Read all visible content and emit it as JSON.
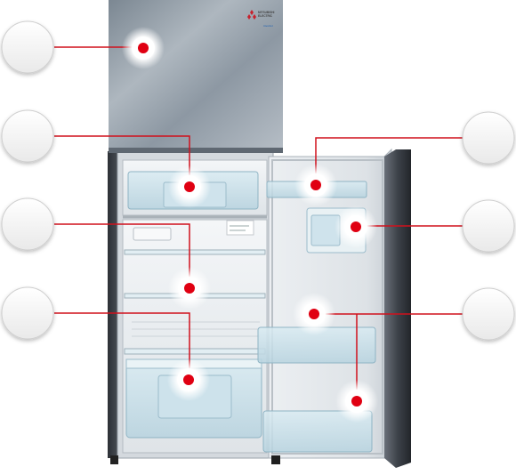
{
  "brand": {
    "name_line1": "MITSUBISHI",
    "name_line2": "ELECTRIC",
    "sub": "inverter"
  },
  "colors": {
    "accent": "#e00012",
    "line": "#d0101c",
    "freezer_door": "#8e99a4",
    "door_edge": "#454a52",
    "interior": "#e6eaee",
    "shelf_glass": "#cfe3ec"
  },
  "hotspots": [
    {
      "id": "freezer-door",
      "icon": "hotspot-dot-icon"
    },
    {
      "id": "freezer-tray",
      "icon": "hotspot-dot-icon"
    },
    {
      "id": "fridge-shelf",
      "icon": "hotspot-dot-icon"
    },
    {
      "id": "vegetable-crisper",
      "icon": "hotspot-dot-icon"
    },
    {
      "id": "door-egg-pocket",
      "icon": "hotspot-dot-icon"
    },
    {
      "id": "water-dispenser",
      "icon": "hotspot-dot-icon"
    },
    {
      "id": "door-middle",
      "icon": "hotspot-dot-icon"
    },
    {
      "id": "door-bottom-pocket",
      "icon": "hotspot-dot-icon"
    }
  ],
  "callouts": [
    {
      "id": "callout-1",
      "side": "left",
      "icon": "callout-circle-icon"
    },
    {
      "id": "callout-2",
      "side": "left",
      "icon": "callout-circle-icon"
    },
    {
      "id": "callout-3",
      "side": "left",
      "icon": "callout-circle-icon"
    },
    {
      "id": "callout-4",
      "side": "left",
      "icon": "callout-circle-icon"
    },
    {
      "id": "callout-5",
      "side": "right",
      "icon": "callout-circle-icon"
    },
    {
      "id": "callout-6",
      "side": "right",
      "icon": "callout-circle-icon"
    },
    {
      "id": "callout-7",
      "side": "right",
      "icon": "callout-circle-icon"
    }
  ]
}
